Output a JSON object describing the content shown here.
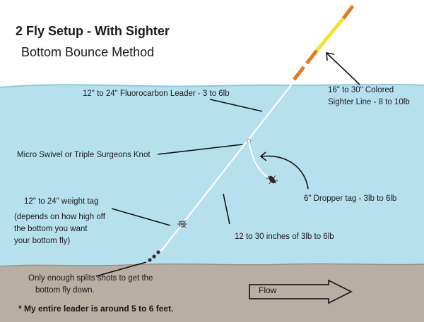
{
  "header": {
    "title": "2 Fly Setup - With Sighter",
    "subtitle": "Bottom Bounce Method"
  },
  "labels": {
    "fluorocarbon_leader": "12\" to 24\"  Fluorocarbon Leader  - 3 to 6lb",
    "sighter_line_1": "16\" to 30\" Colored",
    "sighter_line_2": "Sighter Line - 8 to 10lb",
    "swivel": "Micro Swivel or Triple Surgeons Knot",
    "weight_tag": "12\" to 24\" weight tag",
    "weight_tag_note_1": "(depends on how high off",
    "weight_tag_note_2": "the bottom you want",
    "weight_tag_note_3": "your bottom fly)",
    "dropper_tag": "6\" Dropper tag - 3lb to 6lb",
    "tippet": "12 to 30 inches of 3lb to 6lb",
    "split_shot_1": "Only enough splits shots to get the",
    "split_shot_2": "bottom fly down.",
    "flow": "Flow",
    "leader_note": "* My entire leader is around 5 to 6 feet."
  },
  "colors": {
    "sky": "#ffffff",
    "water": "#b7e0ef",
    "water_surface": "#9ed3e8",
    "bottom": "#b9aea4",
    "sighter_yellow": "#f6e32c",
    "sighter_orange": "#e07a22",
    "line": "#f4f4f4"
  }
}
